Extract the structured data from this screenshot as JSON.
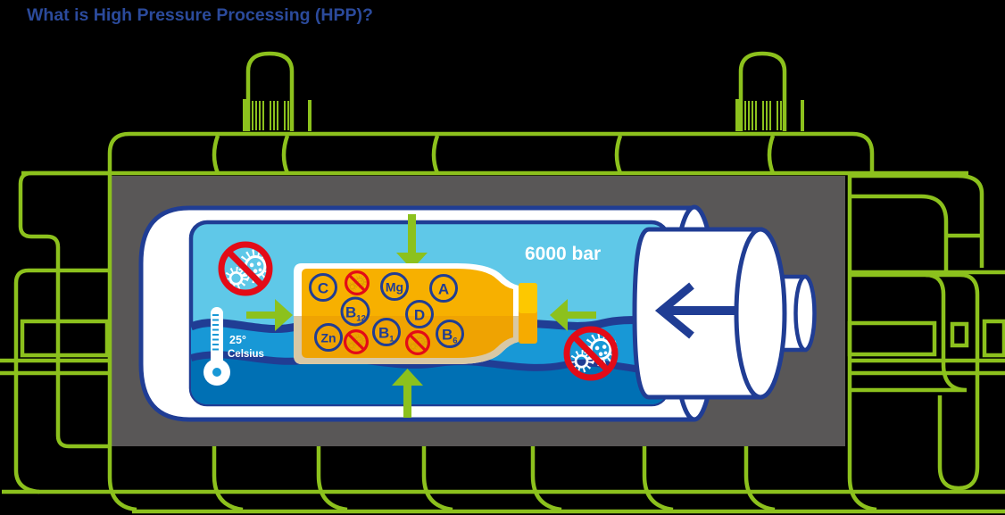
{
  "title": "What is High Pressure Processing (HPP)?",
  "process": {
    "pressure_label": "6000 bar",
    "temperature_value": "25°",
    "temperature_unit": "Celsius"
  },
  "bottle": {
    "vitamins": [
      {
        "main": "C",
        "sub": ""
      },
      {
        "main": "Mg",
        "sub": ""
      },
      {
        "main": "A",
        "sub": ""
      },
      {
        "main": "B",
        "sub": "12"
      },
      {
        "main": "D",
        "sub": ""
      },
      {
        "main": "Zn",
        "sub": ""
      },
      {
        "main": "B",
        "sub": "1"
      },
      {
        "main": "B",
        "sub": "6"
      }
    ]
  },
  "icons": {
    "thermometer": "thermometer-icon",
    "microbe_prohibited": "microbe-prohibited-icon",
    "pressure_arrows": "pressure-arrow-icons",
    "piston_arrow": "piston-arrow-icon"
  },
  "colors": {
    "title_blue": "#2B4A9B",
    "machine_green": "#8CC11D",
    "chamber_gray": "#595757",
    "outline_navy": "#203D94",
    "water_light": "#5FC8E8",
    "water_mid": "#1898D6",
    "water_deep": "#0070B4",
    "label_orange": "#F6AE00",
    "bottle_tan": "#D8C8A5",
    "prohibition_red": "#E30B17",
    "white": "#FFFFFF"
  }
}
